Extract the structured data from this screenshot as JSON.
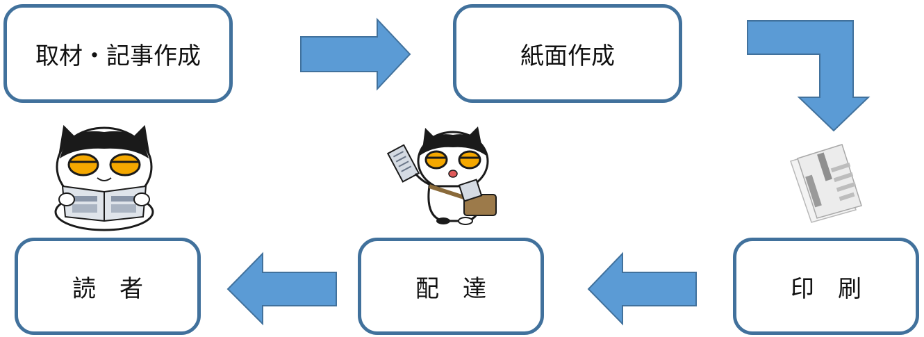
{
  "steps": [
    {
      "label": "取材・記事作成"
    },
    {
      "label": "紙面作成"
    },
    {
      "label": "印　刷"
    },
    {
      "label": "配　達"
    },
    {
      "label": "読　者"
    }
  ],
  "colors": {
    "box_border": "#41719c",
    "arrow_fill": "#5b9bd5",
    "arrow_stroke": "#41719c",
    "cat_eye": "#f5a800"
  },
  "illustrations": [
    {
      "icon": "cat-reading-newspaper-icon"
    },
    {
      "icon": "cat-delivery-icon"
    },
    {
      "icon": "newspaper-stack-icon"
    }
  ]
}
